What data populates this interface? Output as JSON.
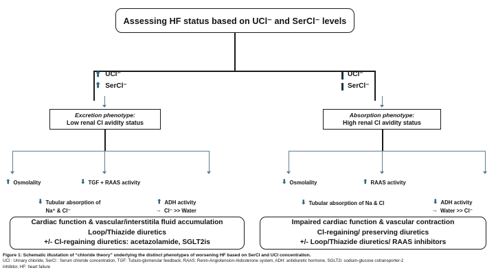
{
  "title": {
    "text": "Assessing HF status based on UCl⁻ and SerCl⁻ levels"
  },
  "branches": {
    "left": {
      "label_1": "UCl⁻",
      "label_2": "SerCl⁻",
      "arrow_1": "up-arrow-icon",
      "arrow_2": "up-arrow-icon",
      "phenotype_title": "Excretion phenotype:",
      "phenotype_status": "Low renal Cl avidity status",
      "nodes": [
        {
          "arrow": "up-arrow-icon",
          "text": "Osmolality",
          "sub": ""
        },
        {
          "arrow": "down-arrow-icon",
          "text": "TGF + RAAS activity",
          "sub": ""
        },
        {
          "arrow": "down-arrow-icon",
          "text": "Tubular absorption of",
          "sub": "Na⁺ & Cl⁻"
        },
        {
          "arrow": "up-arrow-icon",
          "text": "ADH activity",
          "sub": "Cl⁻  >> Water"
        }
      ],
      "outcome": [
        "Cardiac function & vascular/interstitila fluid accumulation",
        "Loop/Thiazide diuretics",
        "+/- Cl-regaining diuretics: acetazolamide, SGLT2is"
      ]
    },
    "right": {
      "label_1": "UCl⁻",
      "label_2": "SerCl⁻",
      "arrow_1": "down-arrow-icon",
      "arrow_2": "down-arrow-icon",
      "phenotype_title": "Absorption  phenotype:",
      "phenotype_status": "High renal Cl avidity status",
      "nodes": [
        {
          "arrow": "down-arrow-icon",
          "text": "Osmolality",
          "sub": ""
        },
        {
          "arrow": "up-arrow-icon",
          "text": "RAAS activity",
          "sub": ""
        },
        {
          "arrow": "down-arrow-icon",
          "text": "Tubular absorption of Na & Cl",
          "sub": ""
        },
        {
          "arrow": "down-arrow-icon",
          "text": "ADH activity",
          "sub": "Water >>  Cl⁻"
        }
      ],
      "outcome": [
        "Impaired cardiac function & vascular contraction",
        "Cl-regaining/ preserving diuretics",
        "+/- Loop/Thiazide diuretics/ RAAS inhibitors"
      ]
    }
  },
  "caption": {
    "line1": "Figure 1: Schematic illustation of “chloride theory” underlying the distinct phenotypes of worsening HF based on SerCl and UCl concentration.",
    "line2": "UCl : Urinary chloride, SerCl : Serum chloride concentration, TGF: Tubulo-glomerular feedback, RAAS: Renin-Angiotension-Aldosterone system, ADH: antidiuretic hormone, SGLT2i: sodium-glucose cotransporter-2",
    "line3": "inhibitor, HF: heart failure"
  },
  "colors": {
    "arrow_teal": "#2e6a7d",
    "connector_teal": "#5d7f8c",
    "outline": "#1a1a1a"
  }
}
